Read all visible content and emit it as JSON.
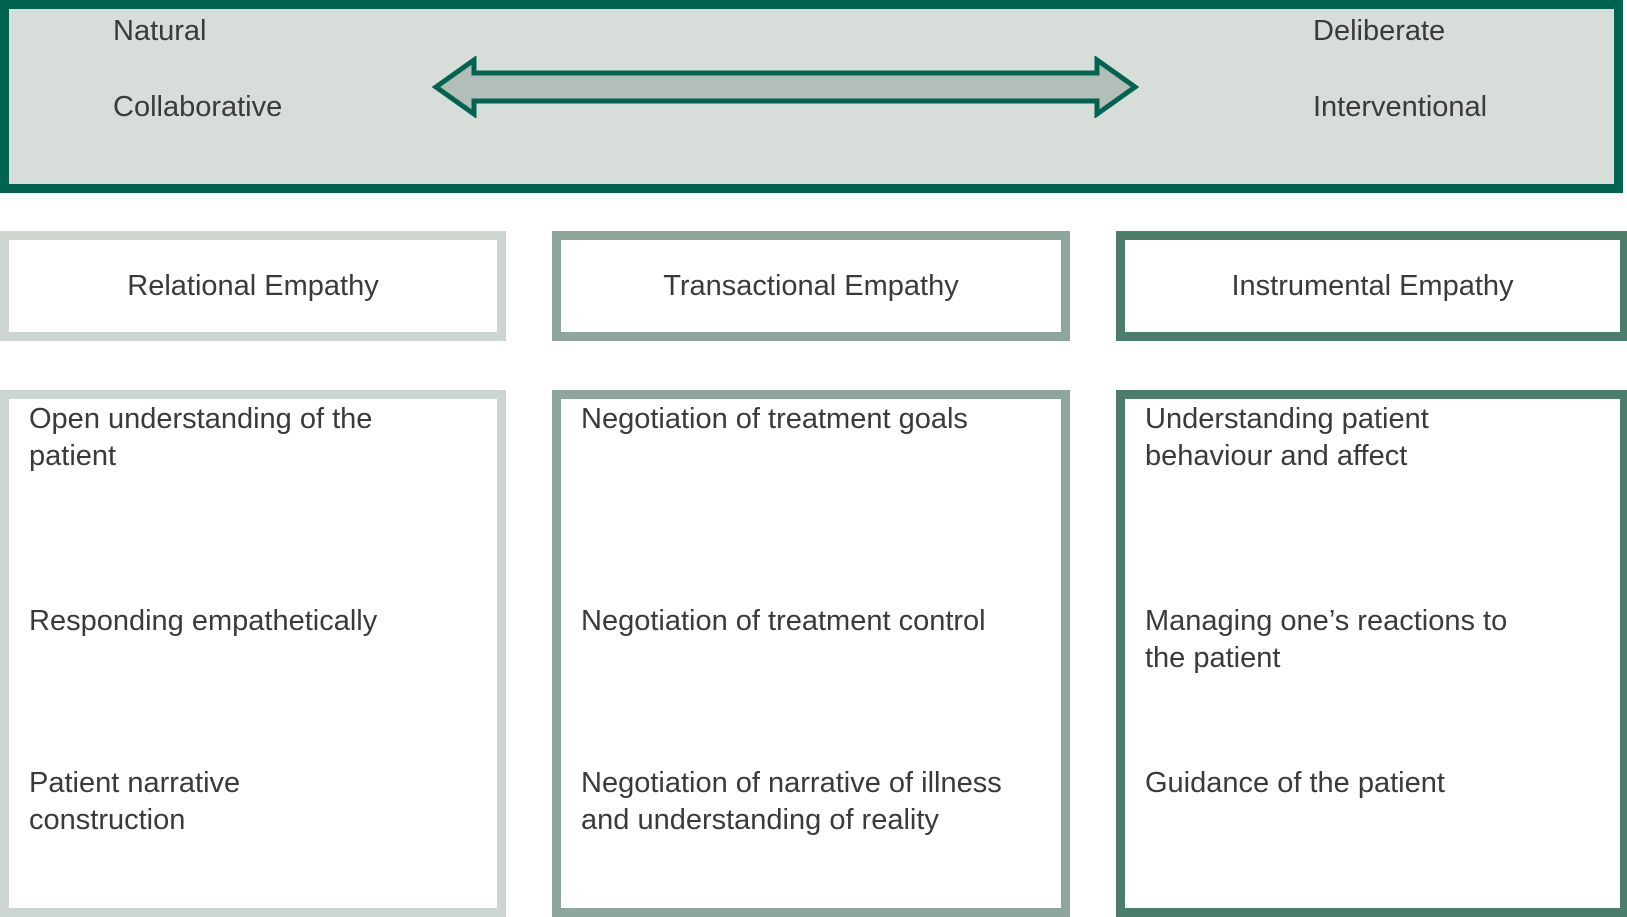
{
  "banner": {
    "left_labels": [
      "Natural",
      "Collaborative"
    ],
    "right_labels": [
      "Deliberate",
      "Interventional"
    ],
    "arrow_icon": "double-headed-horizontal-arrow"
  },
  "columns": [
    {
      "header": "Relational Empathy",
      "accent": "#ccd5d0",
      "items": [
        "Open understanding of the patient",
        "Responding empathetically",
        "Patient narrative construction"
      ]
    },
    {
      "header": "Transactional Empathy",
      "accent": "#8ea69b",
      "items": [
        "Negotiation of treatment goals",
        "Negotiation of treatment control",
        "Negotiation of narrative of illness and understanding of reality"
      ]
    },
    {
      "header": "Instrumental Empathy",
      "accent": "#4a7e6a",
      "items": [
        "Understanding patient behaviour and affect",
        "Managing one’s reactions to the patient",
        "Guidance of the patient"
      ]
    }
  ],
  "colors": {
    "banner_border": "#006450",
    "banner_fill": "#d7ddd9",
    "arrow_fill": "#b4beb8",
    "arrow_outline": "#006450",
    "column_light": "#ccd5d0",
    "column_medium": "#8ea69b",
    "column_dark": "#4a7e6a",
    "box_fill": "#ffffff",
    "text": "#3a3a39"
  }
}
